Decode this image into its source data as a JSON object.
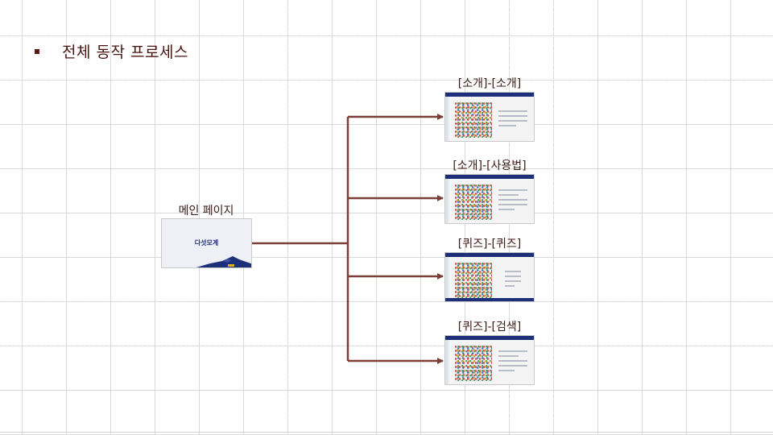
{
  "slide": {
    "title": "전체 동작 프로세스"
  },
  "main_page": {
    "label": "메인 페이지",
    "thumbnail_sub": "",
    "thumbnail_word": "다섯모계"
  },
  "targets": [
    {
      "label": "[소개]-[소개]",
      "text_lines": 4
    },
    {
      "label": "[소개]-[사용법]",
      "text_lines": 5
    },
    {
      "label": "[퀴즈]-[퀴즈]",
      "text_lines": 4
    },
    {
      "label": "[퀴즈]-[검색]",
      "text_lines": 5
    }
  ],
  "colors": {
    "connector": "#7b3f37",
    "title": "#4a1410",
    "screen_bar": "#1e2f7a"
  }
}
